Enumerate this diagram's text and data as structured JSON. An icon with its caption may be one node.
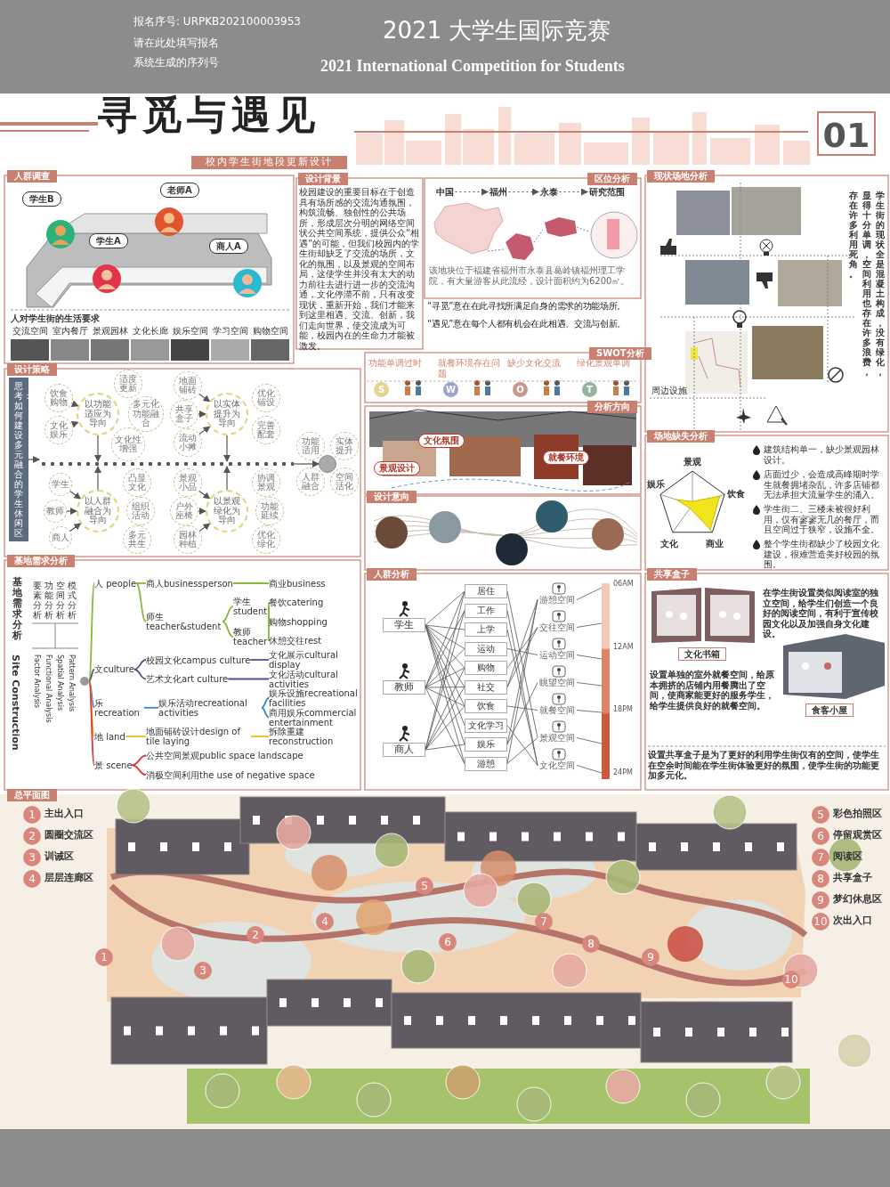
{
  "diagram": {
    "title": "寻觅与遇见",
    "nodes": [
      {
        "text": [
          "学生B"
        ]
      },
      {
        "text": [
          "老师A"
        ]
      },
      {
        "text": [
          "学生A"
        ]
      },
      {
        "text": [
          "商人A"
        ]
      },
      {
        "text": [
          "中国"
        ]
      },
      {
        "text": [
          "福州"
        ]
      },
      {
        "text": [
          "永泰"
        ]
      },
      {
        "text": [
          "研究范围"
        ]
      },
      {
        "text": [
          "以功能适应为导向"
        ]
      },
      {
        "text": [
          "饮食购物"
        ]
      },
      {
        "text": [
          "文化娱乐"
        ]
      },
      {
        "text": [
          "适度更新"
        ]
      },
      {
        "text": [
          "多元化功能融合"
        ]
      },
      {
        "text": [
          "文化性增强"
        ]
      },
      {
        "text": [
          "以实体提升为导向"
        ]
      },
      {
        "text": [
          "地面铺砖"
        ]
      },
      {
        "text": [
          "共享盒子"
        ]
      },
      {
        "text": [
          "流动小摊"
        ]
      },
      {
        "text": [
          "优化铺设"
        ]
      },
      {
        "text": [
          "完善配套"
        ]
      },
      {
        "text": [
          "以人群融合为导向"
        ]
      },
      {
        "text": [
          "学生"
        ]
      },
      {
        "text": [
          "教师"
        ]
      },
      {
        "text": [
          "商人"
        ]
      },
      {
        "text": [
          "凸显文化"
        ]
      },
      {
        "text": [
          "组织活动"
        ]
      },
      {
        "text": [
          "多元共生"
        ]
      },
      {
        "text": [
          "以景观绿化为导向"
        ]
      },
      {
        "text": [
          "景观小品"
        ]
      },
      {
        "text": [
          "户外座椅"
        ]
      },
      {
        "text": [
          "园林种植"
        ]
      },
      {
        "text": [
          "协调景观"
        ]
      },
      {
        "text": [
          "功能延续"
        ]
      },
      {
        "text": [
          "优化绿化"
        ]
      },
      {
        "text": [],
        "shape": "circle"
      },
      {
        "text": [
          "功能适用"
        ]
      },
      {
        "text": [
          "实体提升"
        ]
      },
      {
        "text": [
          "人群融合"
        ]
      },
      {
        "text": [
          "空间活化"
        ]
      },
      {
        "text": [],
        "shape": "circle"
      },
      {
        "text": [
          "人 people"
        ]
      },
      {
        "text": [
          "商人businessperson"
        ]
      },
      {
        "text": [
          "商业business"
        ]
      },
      {
        "text": [
          "师生teacher&student"
        ]
      },
      {
        "text": [
          "学生 student"
        ]
      },
      {
        "text": [
          "教师 teacher"
        ]
      },
      {
        "text": [
          "餐饮catering"
        ]
      },
      {
        "text": [
          "购物shopping"
        ]
      },
      {
        "text": [
          "休憩交往rest"
        ]
      },
      {
        "text": [
          "文culture"
        ]
      },
      {
        "text": [
          "校园文化campus culture"
        ]
      },
      {
        "text": [
          "文化展示cultural display"
        ]
      },
      {
        "text": [
          "艺术文化art culture"
        ]
      },
      {
        "text": [
          "文化活动cultural activities"
        ]
      },
      {
        "text": [
          "乐recreation"
        ]
      },
      {
        "text": [
          "娱乐活动recreational activities"
        ]
      },
      {
        "text": [
          "娱乐设施recreational facilities"
        ]
      },
      {
        "text": [
          "商用娱乐commercial entertainment"
        ]
      },
      {
        "text": [
          "地 land"
        ]
      },
      {
        "text": [
          "地面铺砖设计design of tile laying"
        ]
      },
      {
        "text": [
          "拆除重建reconstruction"
        ]
      },
      {
        "text": [
          "景 scene"
        ]
      },
      {
        "text": [
          "公共空间景观public space landscape"
        ]
      },
      {
        "text": [
          "消极空间利用the use of negative space"
        ]
      },
      {
        "text": [
          "学生"
        ]
      },
      {
        "text": [
          "教师"
        ]
      },
      {
        "text": [
          "商人"
        ]
      },
      {
        "text": [
          "居住"
        ]
      },
      {
        "text": [
          "工作"
        ]
      },
      {
        "text": [
          "上学"
        ]
      },
      {
        "text": [
          "运动"
        ]
      },
      {
        "text": [
          "购物"
        ]
      },
      {
        "text": [
          "社交"
        ]
      },
      {
        "text": [
          "饮食"
        ]
      },
      {
        "text": [
          "文化学习"
        ]
      },
      {
        "text": [
          "娱乐"
        ]
      },
      {
        "text": [
          "游憩"
        ]
      },
      {
        "text": [
          "游憩空间"
        ]
      },
      {
        "text": [
          "交往空间"
        ]
      },
      {
        "text": [
          "运动空间"
        ]
      },
      {
        "text": [
          "眺望空间"
        ]
      },
      {
        "text": [
          "就餐空间"
        ]
      },
      {
        "text": [
          "景观空间"
        ]
      },
      {
        "text": [
          "文化空间"
        ]
      },
      {
        "text": [],
        "shape": "bar",
        "beside": [
          "06AM",
          "12AM",
          "18PM",
          "24PM"
        ]
      },
      {
        "text": [
          "文化书箱"
        ]
      },
      {
        "text": [
          "食客小屋"
        ]
      },
      {
        "text": [
          "思考：如何建设多元融合的学生休闲区"
        ]
      },
      {
        "text": [],
        "shape": "bar"
      }
    ],
    "edges": [
      {
        "from": 4,
        "to": 5,
        "arrow": "to",
        "style": "dashed"
      },
      {
        "from": 5,
        "to": 6,
        "arrow": "to",
        "style": "dashed"
      },
      {
        "from": 6,
        "to": 7,
        "arrow": "to",
        "style": "dashed"
      },
      {
        "from": 9,
        "to": 8,
        "arrow": "to"
      },
      {
        "from": 10,
        "to": 8,
        "arrow": "to"
      },
      {
        "from": 15,
        "to": 14,
        "arrow": "to"
      },
      {
        "from": 16,
        "to": 14,
        "arrow": "to"
      },
      {
        "from": 17,
        "to": 14,
        "arrow": "to"
      },
      {
        "from": 21,
        "to": 20,
        "arrow": "to"
      },
      {
        "from": 22,
        "to": 20,
        "arrow": "to"
      },
      {
        "from": 23,
        "to": 20,
        "arrow": "to"
      },
      {
        "from": 28,
        "to": 27,
        "arrow": "to"
      },
      {
        "from": 29,
        "to": 27,
        "arrow": "to"
      },
      {
        "from": 30,
        "to": 27,
        "arrow": "to"
      },
      {
        "from": 8,
        "to": 88,
        "arrow": "to"
      },
      {
        "from": 14,
        "to": 88,
        "arrow": "to"
      },
      {
        "from": 20,
        "to": 88,
        "arrow": "to"
      },
      {
        "from": 27,
        "to": 88,
        "arrow": "to"
      },
      {
        "from": 88,
        "to": 34,
        "arrow": "to"
      },
      {
        "from": 39,
        "to": 40,
        "arrow": "none",
        "color": "#8cb63c"
      },
      {
        "from": 40,
        "to": 41,
        "arrow": "none",
        "color": "#8cb63c"
      },
      {
        "from": 41,
        "to": 42,
        "arrow": "none",
        "color": "#8cb63c"
      },
      {
        "from": 40,
        "to": 43,
        "arrow": "none",
        "color": "#8cb63c"
      },
      {
        "from": 43,
        "to": 44,
        "arrow": "none",
        "color": "#8cb63c"
      },
      {
        "from": 43,
        "to": 45,
        "arrow": "none",
        "color": "#8cb63c"
      },
      {
        "from": 44,
        "to": 46,
        "arrow": "none",
        "color": "#8cb63c"
      },
      {
        "from": 44,
        "to": 47,
        "arrow": "none",
        "color": "#8cb63c"
      },
      {
        "from": 44,
        "to": 48,
        "arrow": "none",
        "color": "#8cb63c"
      },
      {
        "from": 45,
        "to": 48,
        "arrow": "none",
        "color": "#8cb63c"
      },
      {
        "from": 39,
        "to": 49,
        "arrow": "none",
        "color": "#5b4b8a"
      },
      {
        "from": 49,
        "to": 50,
        "arrow": "none",
        "color": "#5b4b8a"
      },
      {
        "from": 50,
        "to": 51,
        "arrow": "none",
        "color": "#5b4b8a"
      },
      {
        "from": 49,
        "to": 52,
        "arrow": "none",
        "color": "#5b4b8a"
      },
      {
        "from": 52,
        "to": 53,
        "arrow": "none",
        "color": "#5b4b8a"
      },
      {
        "from": 39,
        "to": 54,
        "arrow": "none",
        "color": "#3f86c8"
      },
      {
        "from": 54,
        "to": 55,
        "arrow": "none",
        "color": "#3f86c8"
      },
      {
        "from": 55,
        "to": 56,
        "arrow": "none",
        "color": "#3f86c8"
      },
      {
        "from": 55,
        "to": 57,
        "arrow": "none",
        "color": "#3f86c8"
      },
      {
        "from": 39,
        "to": 58,
        "arrow": "none",
        "color": "#e8c020"
      },
      {
        "from": 58,
        "to": 59,
        "arrow": "none",
        "color": "#e8c020"
      },
      {
        "from": 59,
        "to": 60,
        "arrow": "none",
        "color": "#e8c020"
      },
      {
        "from": 39,
        "to": 61,
        "arrow": "none",
        "color": "#d8383f"
      },
      {
        "from": 61,
        "to": 62,
        "arrow": "none",
        "color": "#d8383f"
      },
      {
        "from": 61,
        "to": 63,
        "arrow": "none",
        "color": "#d8383f"
      },
      {
        "from": 64,
        "to": 67,
        "arrow": "none"
      },
      {
        "from": 64,
        "to": 69,
        "arrow": "none"
      },
      {
        "from": 64,
        "to": 70,
        "arrow": "none"
      },
      {
        "from": 64,
        "to": 71,
        "arrow": "none"
      },
      {
        "from": 64,
        "to": 72,
        "arrow": "none"
      },
      {
        "from": 64,
        "to": 73,
        "arrow": "none"
      },
      {
        "from": 64,
        "to": 74,
        "arrow": "none"
      },
      {
        "from": 64,
        "to": 75,
        "arrow": "none"
      },
      {
        "from": 64,
        "to": 76,
        "arrow": "none"
      },
      {
        "from": 65,
        "to": 67,
        "arrow": "none"
      },
      {
        "from": 65,
        "to": 68,
        "arrow": "none"
      },
      {
        "from": 65,
        "to": 70,
        "arrow": "none"
      },
      {
        "from": 65,
        "to": 71,
        "arrow": "none"
      },
      {
        "from": 65,
        "to": 72,
        "arrow": "none"
      },
      {
        "from": 65,
        "to": 73,
        "arrow": "none"
      },
      {
        "from": 65,
        "to": 76,
        "arrow": "none"
      },
      {
        "from": 66,
        "to": 67,
        "arrow": "none"
      },
      {
        "from": 66,
        "to": 68,
        "arrow": "none"
      },
      {
        "from": 66,
        "to": 71,
        "arrow": "none"
      },
      {
        "from": 66,
        "to": 72,
        "arrow": "none"
      },
      {
        "from": 66,
        "to": 73,
        "arrow": "none"
      },
      {
        "from": 66,
        "to": 75,
        "arrow": "none"
      },
      {
        "from": 67,
        "to": 82,
        "arrow": "none"
      },
      {
        "from": 68,
        "to": 83,
        "arrow": "none"
      },
      {
        "from": 69,
        "to": 83,
        "arrow": "none"
      },
      {
        "from": 70,
        "to": 79,
        "arrow": "none"
      },
      {
        "from": 71,
        "to": 78,
        "arrow": "none"
      },
      {
        "from": 72,
        "to": 78,
        "arrow": "none"
      },
      {
        "from": 72,
        "to": 77,
        "arrow": "none"
      },
      {
        "from": 73,
        "to": 81,
        "arrow": "none"
      },
      {
        "from": 74,
        "to": 83,
        "arrow": "none"
      },
      {
        "from": 75,
        "to": 77,
        "arrow": "none"
      },
      {
        "from": 75,
        "to": 80,
        "arrow": "none"
      },
      {
        "from": 76,
        "to": 77,
        "arrow": "none"
      },
      {
        "from": 76,
        "to": 82,
        "arrow": "none"
      },
      {
        "from": 77,
        "to": 84,
        "arrow": "none"
      },
      {
        "from": 78,
        "to": 84,
        "arrow": "none"
      },
      {
        "from": 79,
        "to": 84,
        "arrow": "none"
      },
      {
        "from": 80,
        "to": 84,
        "arrow": "none"
      },
      {
        "from": 81,
        "to": 84,
        "arrow": "none"
      },
      {
        "from": 82,
        "to": 84,
        "arrow": "none"
      },
      {
        "from": 83,
        "to": 84,
        "arrow": "none"
      },
      {
        "from": 87,
        "to": 88,
        "arrow": "to"
      }
    ],
    "labels": [
      "报名序号: URPKB202100003953",
      "请在此处填写报名",
      "系统生成的序列号",
      "2021 大学生国际竞赛",
      "2021 International Competition for Students",
      "校内学生街地段更新设计",
      "01",
      "人群调查",
      "设计背景",
      "区位分析",
      "现状场地分析",
      "人对学生街的生活要求",
      "交流空间",
      "室内餐厅",
      "景观园林",
      "文化长廊",
      "娱乐空间",
      "学习空间",
      "购物空间",
      "校园建设的重要目标在于创造具有场所感的交流沟通氛围，构筑流畅、独创性的公共场所，形成层次分明的网络空间状公共空间系统，提供公众“相遇”的可能，但我们校园内的学生街却缺乏了交流的场所，文化的氛围，以及景观的空间布局，这使学生并没有太大的动力前往去进行进一步的交流沟通，文化停滞不前，只有改变现状，重新开始，我们才能来到这里相遇、交流、创新，我们走向世界，使交流成为可能，校园内在的生命力才能被激发。",
      "该地块位于福建省福州市永泰县葛岭镇福州理工学院，有大量游客从此流经，设计面积约为6200㎡。",
      "“寻觅”意在在此寻找所满足自身的需求的功能场所。",
      "“遇见”意在每个人都有机会在此相遇、交流与创新。",
      "SWOT分析",
      "功能单调过时",
      "就餐环境存在问题",
      "缺少文化交流",
      "绿化景观单调",
      "S",
      "W",
      "O",
      "T",
      "学生街的现状全是混凝土构成，没有绿化，显得十分单调，空间利用也存在许多浪费，存在许多利用死角。",
      "周边设施",
      "设计策略",
      "分析方向",
      "文化氛围",
      "景观设计",
      "就餐环境",
      "场地缺失分析",
      "景观",
      "饮食",
      "文化",
      "商业",
      "娱乐",
      "建筑结构单一，缺少景观园林设计。",
      "店面过少，会造成高峰期时学生就餐拥堵杂乱，许多店铺都无法承担大流量学生的涌入。",
      "学生街二、三楼未被很好利用，仅有寥寥无几的餐厅，而且空间过于狭窄，设施不全。",
      "整个学生街都缺少了校园文化建设，很难营造美好校园的氛围。",
      "设计意向",
      "基地需求分析",
      "基地需求分析",
      "要素分析",
      "功能分析",
      "空间分析",
      "模式分析",
      "Site Construction",
      "Factor Analysis",
      "Functional Analysis",
      "Spatial Analysis",
      "Pattern Analysis",
      "人群分析",
      "共享盒子",
      "在学生街设置类似阅读室的独立空间，给学生们创造一个良好的阅读空间，有利于宣传校园文化以及加强自身文化建设。",
      "设置单独的室外就餐空间，给原本拥挤的店铺内用餐腾出了空间，使商家能更好的服务学生，给学生提供良好的就餐空间。",
      "设置共享盒子是为了更好的利用学生街仅有的空间，使学生在空余时间能在学生街体验更好的氛围，使学生街的功能更加多元化。",
      "总平面图",
      "1",
      "主出入口",
      "2",
      "圆圈交流区",
      "3",
      "训诫区",
      "4",
      "层层连廊区",
      "5",
      "彩色拍照区",
      "6",
      "停留观赏区",
      "7",
      "阅读区",
      "8",
      "共享盒子",
      "9",
      "梦幻休息区",
      "10",
      "次出入口",
      "1",
      "2",
      "3",
      "4",
      "5",
      "6",
      "7",
      "8",
      "9",
      "10"
    ]
  }
}
